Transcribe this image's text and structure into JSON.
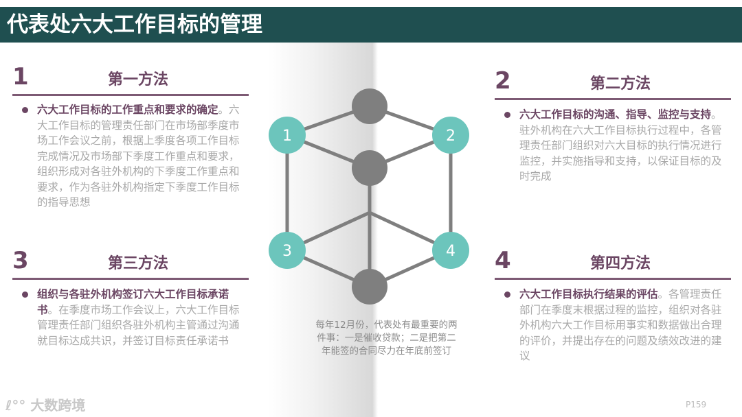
{
  "title": "代表处六大工作目标的管理",
  "sections": [
    {
      "num": "1",
      "title": "第一方法",
      "bold": "六大工作目标的工作重点和要求的确定",
      "text": "。六大工作目标的管理责任部门在市场部季度市场工作会议之前，根据上季度各项工作目标完成情况及市场部下季度工作重点和要求，组织形成对各驻外机构的下季度工作重点和要求，作为各驻外机构指定下季度工作目标的指导思想"
    },
    {
      "num": "2",
      "title": "第二方法",
      "bold": "六大工作目标的沟通、指导、监控与支持",
      "text": "。驻外机构在六大工作目标执行过程中，各管理责任部门组织对六大目标的执行情况进行监控，并实施指导和支持，以保证目标的及时完成"
    },
    {
      "num": "3",
      "title": "第三方法",
      "bold": "组织与各驻外机构签订六大工作目标承诺书",
      "text": "。在季度市场工作会议上，六大工作目标管理责任部门组织各驻外机构主管通过沟通就目标达成共识，并签订目标责任承诺书"
    },
    {
      "num": "4",
      "title": "第四方法",
      "bold": "六大工作目标执行结果的评估",
      "text": "。各管理责任部门在季度末根据过程的监控，组织对各驻外机构六大工作目标用事实和数据做出合理的评价，并提出存在的问题及绩效改进的建议"
    }
  ],
  "diagram": {
    "labels": [
      "1",
      "2",
      "3",
      "4"
    ],
    "teal": "#6cc5bc",
    "gray": "#7f7f7f"
  },
  "note": "每年12月份，代表处有最重要的两件事：一是催收贷款；二是把第二年能签的合同尽力在年底前签订",
  "logo": "大数跨境",
  "page": "P159"
}
